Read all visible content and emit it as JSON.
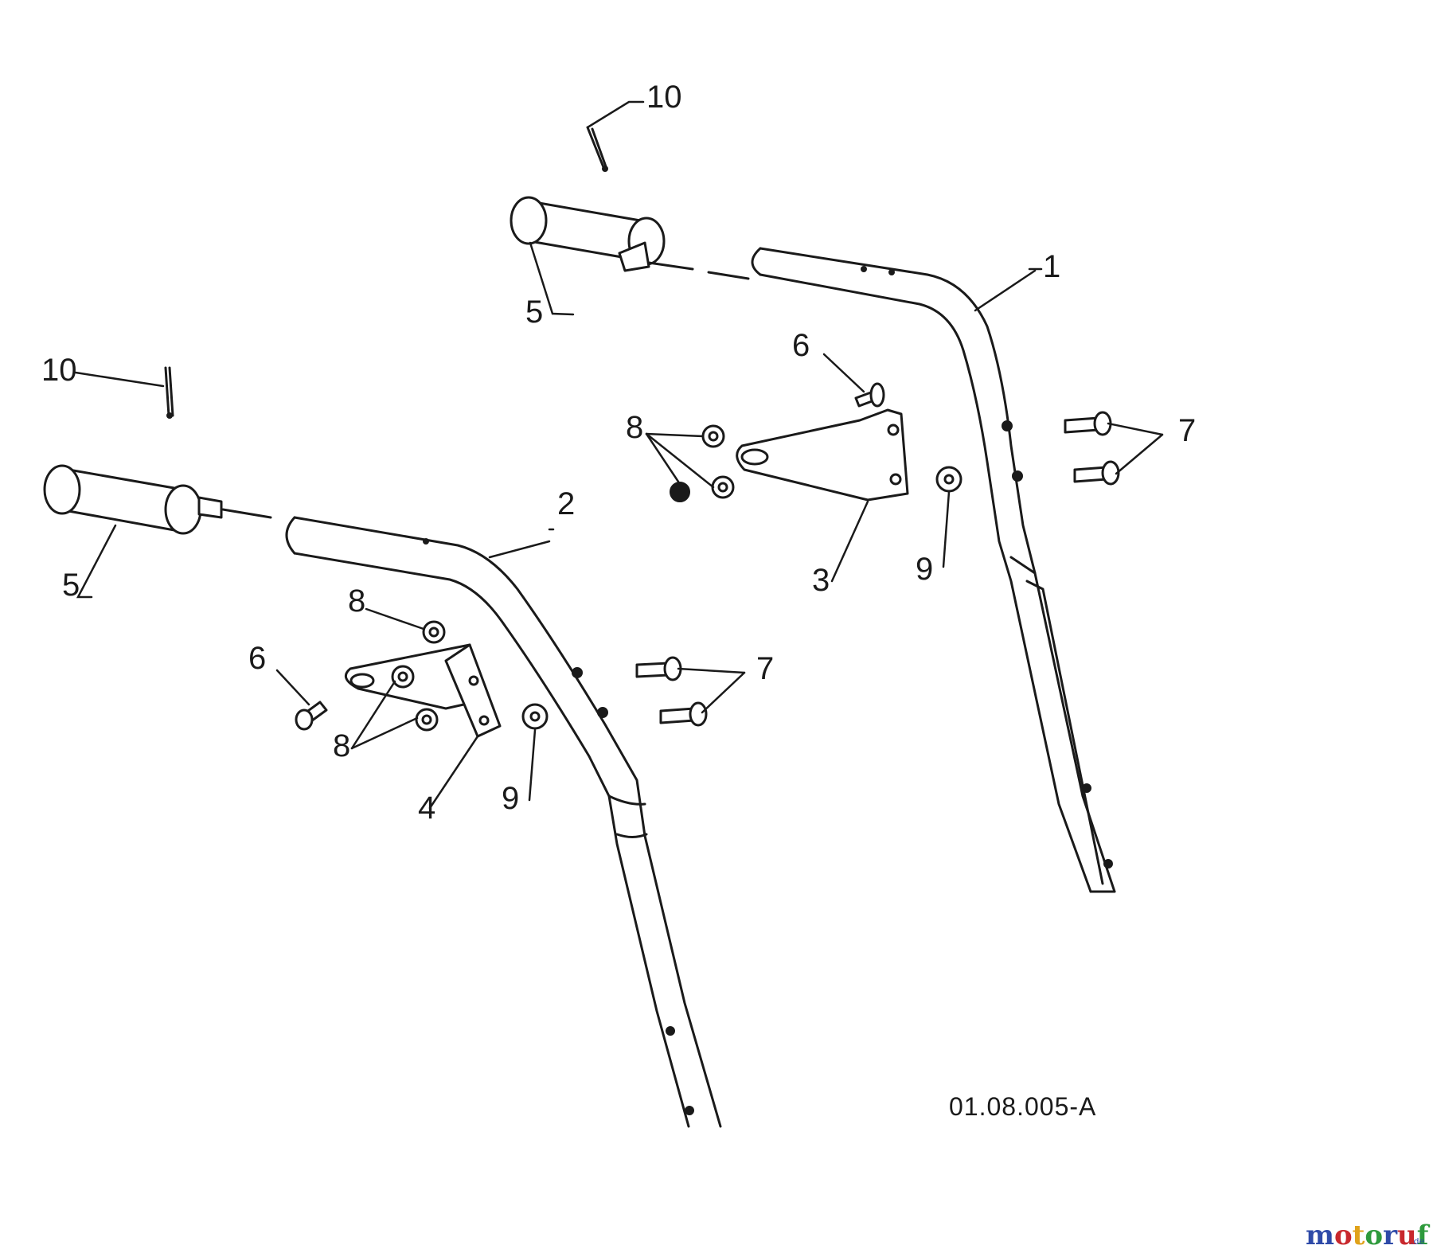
{
  "callouts": {
    "c1": "1",
    "c2": "2",
    "c3": "3",
    "c4": "4",
    "c5_top": "5",
    "c5_left": "5",
    "c6_top": "6",
    "c6_left": "6",
    "c7_right": "7",
    "c7_mid": "7",
    "c8_top": "8",
    "c8_left_top": "8",
    "c8_left_bottom": "8",
    "c9_right": "9",
    "c9_left": "9",
    "c10_top": "10",
    "c10_left": "10"
  },
  "drawing_number": "01.08.005-A",
  "watermark": {
    "letters": [
      "m",
      "o",
      "t",
      "o",
      "r",
      "u",
      "f"
    ],
    "colors": [
      "#2e4aa8",
      "#c8282d",
      "#e0a21a",
      "#2e9a3c",
      "#2e4aa8",
      "#c8282d",
      "#2e9a3c"
    ],
    "suffix": ".de"
  }
}
